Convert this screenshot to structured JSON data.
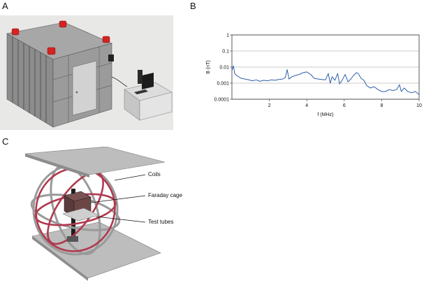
{
  "panels": {
    "a": {
      "letter": "A"
    },
    "b": {
      "letter": "B"
    },
    "c": {
      "letter": "C",
      "labels": {
        "coils": "Coils",
        "faraday": "Faraday cage",
        "tubes": "Test tubes"
      }
    }
  },
  "colors": {
    "trace": "#2f5fa8",
    "shield_red": "#d42323",
    "coil_red": "#b03a4e"
  },
  "chart_data": {
    "type": "line",
    "xlabel": "f (MHz)",
    "ylabel": "B (nT)",
    "xlim": [
      0,
      10
    ],
    "ylim": [
      0.0001,
      1
    ],
    "y_scale": "log",
    "grid": "horizontal",
    "x_ticks": [
      2,
      4,
      6,
      8,
      10
    ],
    "y_ticks": [
      {
        "v": 1,
        "label": "1"
      },
      {
        "v": 0.1,
        "label": "0.1"
      },
      {
        "v": 0.01,
        "label": "0.01"
      },
      {
        "v": 0.001,
        "label": "0.001"
      },
      {
        "v": 0.0001,
        "label": "0.0001"
      }
    ],
    "series": [
      {
        "color": "#2f5fa8",
        "x": [
          0,
          0.08,
          0.15,
          0.25,
          0.35,
          0.5,
          0.7,
          0.9,
          1.1,
          1.3,
          1.5,
          1.7,
          1.9,
          2.1,
          2.3,
          2.5,
          2.7,
          2.85,
          2.95,
          3.05,
          3.2,
          3.4,
          3.6,
          3.8,
          4.0,
          4.2,
          4.4,
          4.6,
          4.8,
          5.0,
          5.15,
          5.25,
          5.35,
          5.5,
          5.65,
          5.75,
          5.9,
          6.05,
          6.2,
          6.35,
          6.5,
          6.65,
          6.75,
          6.9,
          7.05,
          7.2,
          7.4,
          7.6,
          7.8,
          8.0,
          8.2,
          8.4,
          8.6,
          8.8,
          8.95,
          9.05,
          9.2,
          9.4,
          9.6,
          9.8,
          10.0
        ],
        "y": [
          0.006,
          0.012,
          0.004,
          0.003,
          0.0025,
          0.002,
          0.0018,
          0.0016,
          0.0014,
          0.0016,
          0.0013,
          0.0015,
          0.0014,
          0.0016,
          0.0015,
          0.0017,
          0.0018,
          0.0022,
          0.007,
          0.0018,
          0.0025,
          0.003,
          0.0035,
          0.0045,
          0.005,
          0.0035,
          0.002,
          0.0018,
          0.0017,
          0.0016,
          0.004,
          0.001,
          0.0025,
          0.0015,
          0.004,
          0.0009,
          0.0016,
          0.0035,
          0.0012,
          0.0018,
          0.003,
          0.0045,
          0.004,
          0.002,
          0.0015,
          0.0007,
          0.0005,
          0.0006,
          0.0004,
          0.0003,
          0.0003,
          0.0004,
          0.00035,
          0.0004,
          0.0008,
          0.0003,
          0.0005,
          0.0003,
          0.00025,
          0.0003,
          0.0002
        ]
      }
    ]
  }
}
